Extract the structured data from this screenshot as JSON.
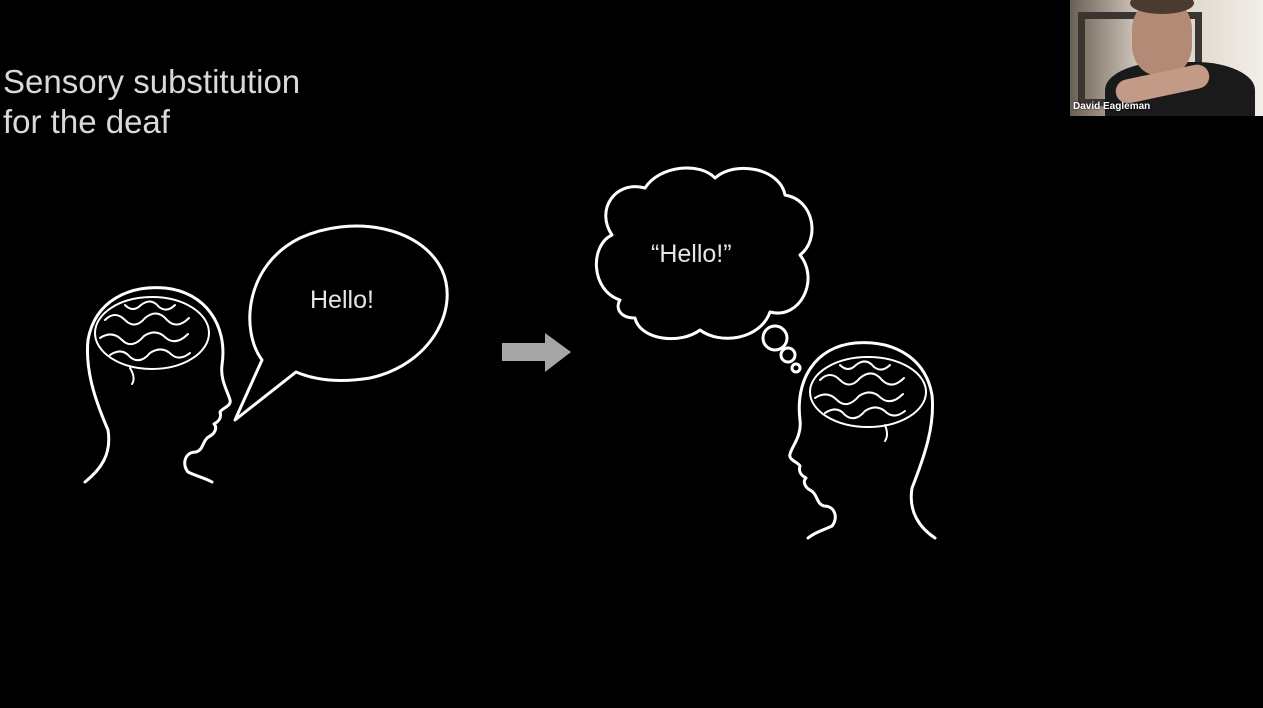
{
  "slide": {
    "title_line1": "Sensory substitution",
    "title_line2": "for the deaf",
    "speech_text": "Hello!",
    "thought_text": "“Hello!”",
    "arrow_color": "#a6a6a6"
  },
  "video": {
    "participant_name": "David Eagleman"
  }
}
